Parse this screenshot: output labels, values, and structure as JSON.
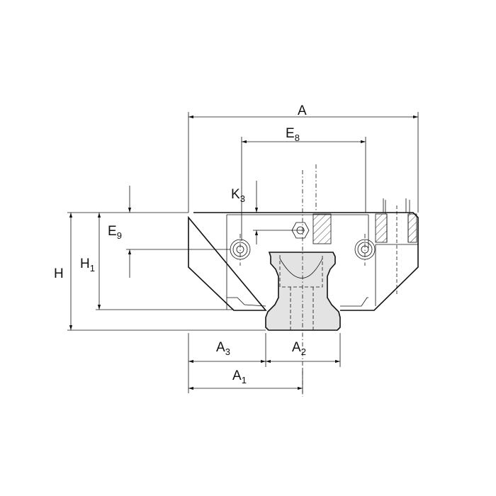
{
  "labels": {
    "A": {
      "main": "A",
      "sub": ""
    },
    "E8": {
      "main": "E",
      "sub": "8"
    },
    "K3": {
      "main": "K",
      "sub": "3"
    },
    "E9": {
      "main": "E",
      "sub": "9"
    },
    "H1": {
      "main": "H",
      "sub": "1"
    },
    "H": {
      "main": "H",
      "sub": ""
    },
    "A3": {
      "main": "A",
      "sub": "3"
    },
    "A2": {
      "main": "A",
      "sub": "2"
    },
    "A1": {
      "main": "A",
      "sub": "1"
    }
  },
  "colors": {
    "rail_fill": "#e3e3e3",
    "line": "#111111"
  }
}
